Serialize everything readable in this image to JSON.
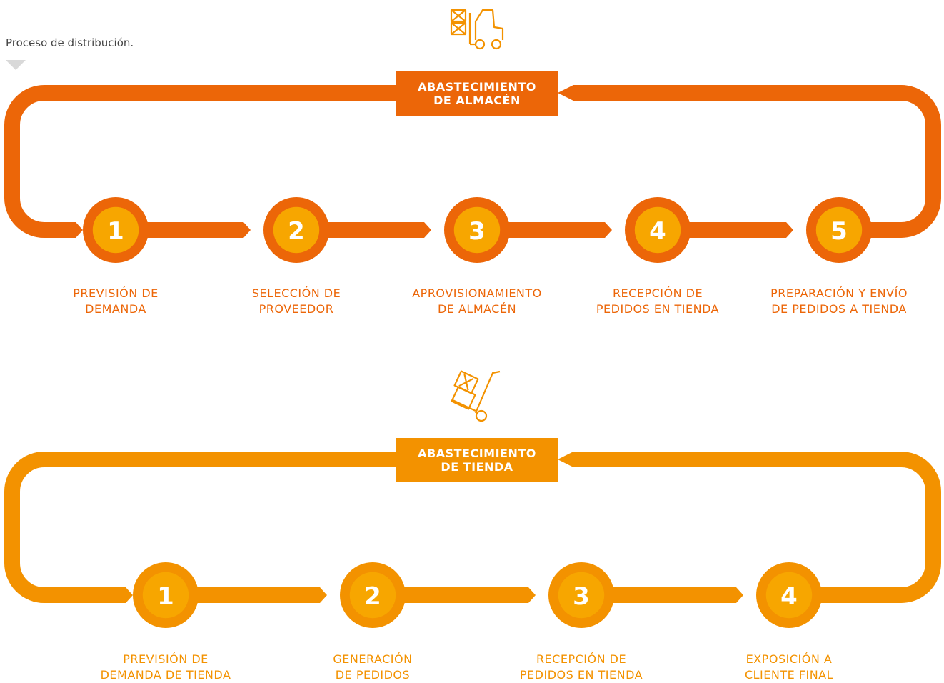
{
  "caption": "Proceso de distribución.",
  "colors": {
    "warehouse": "#ec6608",
    "store": "#f39200",
    "inner_circle": "#f7a600"
  },
  "warehouse": {
    "icon": "forklift-icon",
    "banner": "ABASTECIMIENTO\nDE ALMACÉN",
    "steps": [
      {
        "number": "1",
        "label": "PREVISIÓN DE\nDEMANDA"
      },
      {
        "number": "2",
        "label": "SELECCIÓN DE\nPROVEEDOR"
      },
      {
        "number": "3",
        "label": "APROVISIONAMIENTO\nDE ALMACÉN"
      },
      {
        "number": "4",
        "label": "RECEPCIÓN DE\nPEDIDOS EN TIENDA"
      },
      {
        "number": "5",
        "label": "PREPARACIÓN Y ENVÍO\nDE PEDIDOS A TIENDA"
      }
    ]
  },
  "store": {
    "icon": "hand-truck-icon",
    "banner": "ABASTECIMIENTO\nDE TIENDA",
    "steps": [
      {
        "number": "1",
        "label": "PREVISIÓN DE\nDEMANDA DE TIENDA"
      },
      {
        "number": "2",
        "label": "GENERACIÓN\nDE PEDIDOS"
      },
      {
        "number": "3",
        "label": "RECEPCIÓN DE\nPEDIDOS EN TIENDA"
      },
      {
        "number": "4",
        "label": "EXPOSICIÓN A\nCLIENTE FINAL"
      }
    ]
  }
}
